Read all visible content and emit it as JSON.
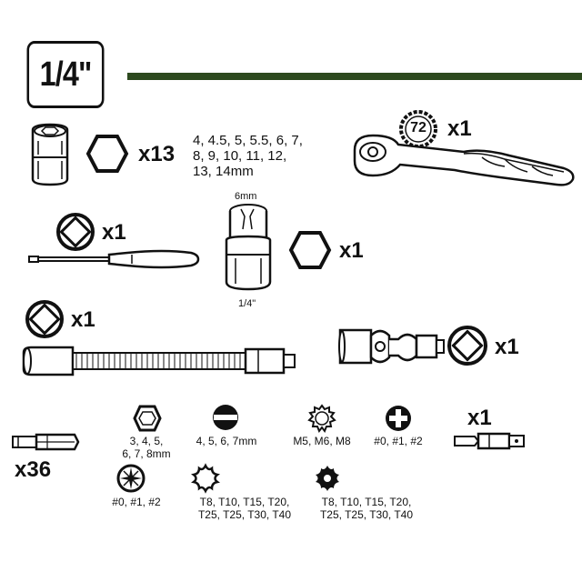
{
  "drive_size": "1/4\"",
  "colors": {
    "accent_bar": "#2d4a1f",
    "ink": "#111111"
  },
  "sockets": {
    "qty": "x13",
    "sizes_line1": "4, 4.5, 5, 5.5, 6, 7,",
    "sizes_line2": "8, 9, 10, 11, 12,",
    "sizes_line3": "13, 14mm"
  },
  "ratchet": {
    "teeth": "72",
    "qty": "x1"
  },
  "screwdriver_handle": {
    "qty": "x1"
  },
  "adapter_socket": {
    "top_label": "6mm",
    "bottom_label": "1/4\"",
    "qty": "x1"
  },
  "flex_extension": {
    "qty": "x1"
  },
  "universal_joint": {
    "qty": "x1"
  },
  "bits": {
    "qty": "x36",
    "hex": {
      "line1": "3, 4, 5,",
      "line2": "6, 7, 8mm"
    },
    "slotted": {
      "line1": "4, 5, 6, 7mm"
    },
    "spline": {
      "line1": "M5, M6, M8"
    },
    "phillips": {
      "line1": "#0, #1, #2"
    },
    "pozidriv": {
      "line1": "#0, #1, #2"
    },
    "torx": {
      "line1": "T8, T10, T15, T20,",
      "line2": "T25, T25, T30, T40"
    },
    "torx_tamper": {
      "line1": "T8, T10, T15, T20,",
      "line2": "T25, T25, T30, T40"
    }
  },
  "bit_adapter": {
    "qty": "x1"
  }
}
